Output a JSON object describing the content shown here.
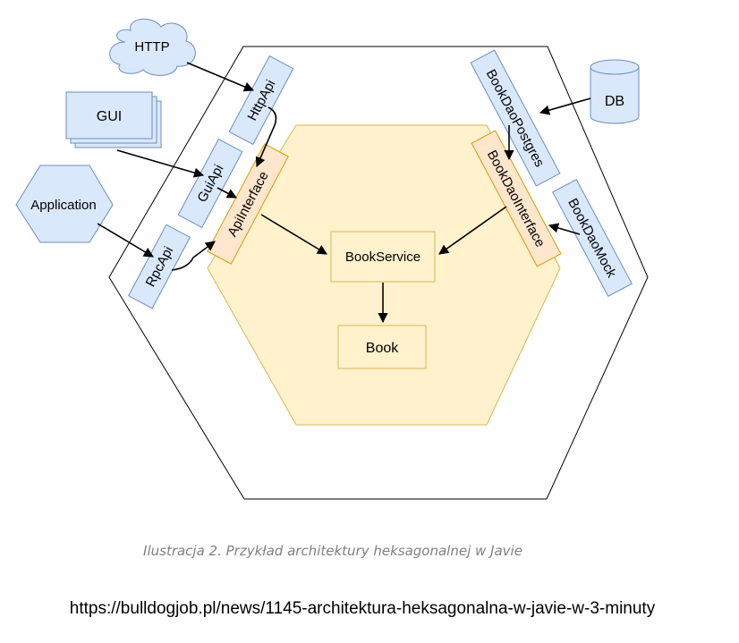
{
  "diagram": {
    "external": {
      "http": "HTTP",
      "gui": "GUI",
      "application": "Application",
      "db": "DB"
    },
    "adapters": {
      "http_api": "HttpApi",
      "gui_api": "GuiApi",
      "rpc_api": "RpcApi",
      "book_dao_postgres": "BookDaoPostgres",
      "book_dao_mock": "BookDaoMock"
    },
    "ports": {
      "api_interface": "ApiInterface",
      "book_dao_interface": "BookDaoInterface"
    },
    "core": {
      "book_service": "BookService",
      "book": "Book"
    },
    "colors": {
      "adapter_fill": "#dae8fc",
      "adapter_stroke": "#6c8ebf",
      "port_fill": "#ffe6cc",
      "port_stroke": "#d79b00",
      "core_fill": "#fff2cc",
      "core_stroke": "#d6b656"
    }
  },
  "caption": "Ilustracja 2. Przykład architektury heksagonalnej w Javie",
  "source_url": "https://bulldogjob.pl/news/1145-architektura-heksagonalna-w-javie-w-3-minuty"
}
